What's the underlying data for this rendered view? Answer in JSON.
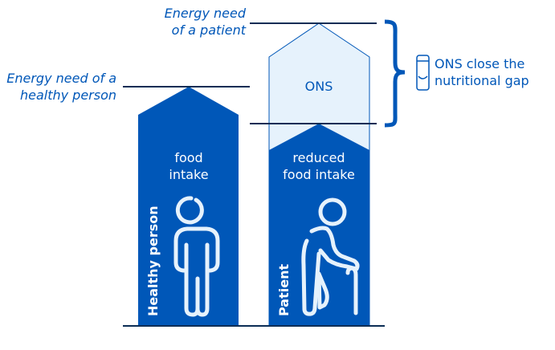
{
  "labels": {
    "patient_need": [
      "Energy need",
      "of a patient"
    ],
    "healthy_need": [
      "Energy need of a",
      "healthy person"
    ],
    "ons": "ONS",
    "ons_gap": [
      "ONS close the",
      "nutritional gap"
    ],
    "food_intake": [
      "food",
      "intake"
    ],
    "reduced_food_intake": [
      "reduced",
      "food intake"
    ],
    "healthy_person": "Healthy person",
    "patient": "Patient"
  },
  "colors": {
    "dark_blue": "#0057b8",
    "light_blue": "#e6f2fc",
    "line": "#0b2d55"
  }
}
